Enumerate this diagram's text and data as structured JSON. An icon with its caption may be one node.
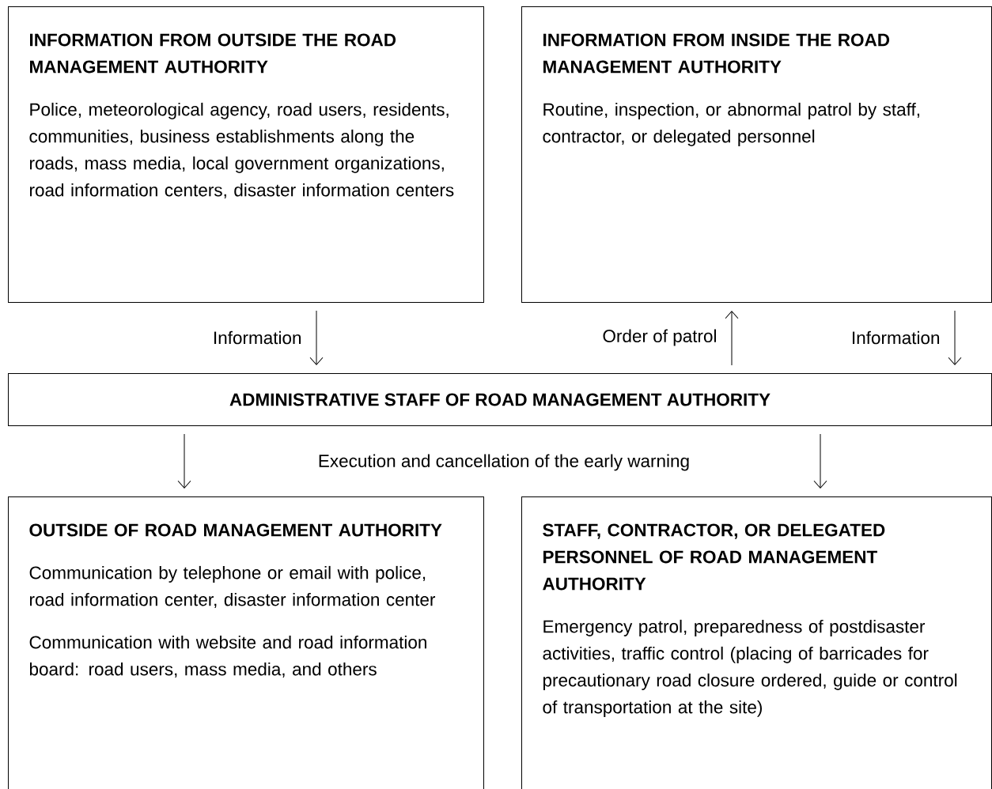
{
  "diagram": {
    "nodes": [
      {
        "text": [
          "INFORMATION FROM OUTSIDE THE ROAD MANAGEMENT AUTHORITY",
          "Police, meteorological agency, road users, residents, communities, business establishments along the roads, mass media, local government organizations, road information centers, disaster information centers"
        ]
      },
      {
        "text": [
          "INFORMATION FROM INSIDE THE ROAD MANAGEMENT AUTHORITY",
          "Routine, inspection, or abnormal patrol by staff, contractor, or delegated personnel"
        ]
      },
      {
        "text": [
          "ADMINISTRATIVE STAFF OF ROAD MANAGEMENT AUTHORITY"
        ]
      },
      {
        "text": [
          "OUTSIDE OF ROAD MANAGEMENT AUTHORITY",
          "Communication by telephone or email with police, road information center, disaster information center",
          "Communication with website and road information board: road users, mass media, and others"
        ]
      },
      {
        "text": [
          "STAFF, CONTRACTOR, OR DELEGATED PERSONNEL OF ROAD MANAGEMENT AUTHORITY",
          "Emergency patrol, preparedness of postdisaster activities, traffic control (placing of barricades for precautionary road closure ordered, guide or control of transportation at the site)"
        ]
      }
    ],
    "edges": [
      {
        "from": 0,
        "to": 2,
        "arrow": "to",
        "label": "Information"
      },
      {
        "from": 2,
        "to": 1,
        "arrow": "to",
        "label": "Order of patrol"
      },
      {
        "from": 1,
        "to": 2,
        "arrow": "to",
        "label": "Information"
      },
      {
        "from": 2,
        "to": 3,
        "arrow": "to"
      },
      {
        "from": 2,
        "to": 4,
        "arrow": "to"
      }
    ],
    "labels": [
      "Execution and cancellation of the early warning"
    ]
  }
}
